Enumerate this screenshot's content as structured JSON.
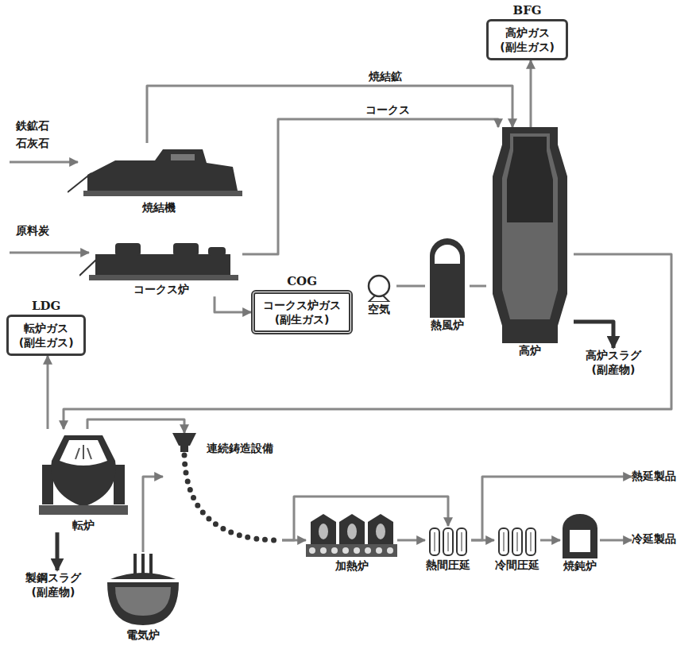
{
  "diagram": {
    "nodes": [
      {
        "text": [
          "BFG",
          "高炉ガス (副生ガス)"
        ]
      },
      {
        "text": [
          "焼結機"
        ]
      },
      {
        "text": [
          "コークス炉"
        ]
      },
      {
        "text": [
          "COG",
          "コークス炉ガス (副生ガス)"
        ]
      },
      {
        "text": [
          "LDG",
          "転炉ガス (副生ガス)"
        ]
      },
      {
        "text": [
          "空気"
        ]
      },
      {
        "text": [
          "熱風炉"
        ]
      },
      {
        "text": [
          "高炉"
        ]
      },
      {
        "text": [
          "高炉スラグ (副産物)"
        ]
      },
      {
        "text": [
          "転炉"
        ]
      },
      {
        "text": [
          "製鋼スラグ (副産物)"
        ]
      },
      {
        "text": [
          "電気炉"
        ]
      },
      {
        "text": [
          "連続鋳造設備"
        ]
      },
      {
        "text": [
          "加熱炉"
        ]
      },
      {
        "text": [
          "熱間圧延"
        ]
      },
      {
        "text": [
          "冷間圧延"
        ]
      },
      {
        "text": [
          "焼鈍炉"
        ]
      },
      {
        "text": [
          "熱延製品"
        ]
      },
      {
        "text": [
          "冷延製品"
        ]
      }
    ],
    "edges": [
      {
        "from": 1,
        "to": 7,
        "arrow": "to",
        "label": "焼結鉱"
      },
      {
        "from": 2,
        "to": 7,
        "arrow": "to",
        "label": "コークス"
      },
      {
        "from": 2,
        "to": 3,
        "arrow": "to"
      },
      {
        "from": 7,
        "to": 0,
        "arrow": "to"
      },
      {
        "from": 5,
        "to": 6,
        "arrow": "none"
      },
      {
        "from": 6,
        "to": 7,
        "arrow": "none"
      },
      {
        "from": 7,
        "to": 8,
        "arrow": "to"
      },
      {
        "from": 7,
        "to": 9,
        "arrow": "to"
      },
      {
        "from": 9,
        "to": 4,
        "arrow": "to"
      },
      {
        "from": 9,
        "to": 10,
        "arrow": "to"
      },
      {
        "from": 9,
        "to": 12,
        "arrow": "to"
      },
      {
        "from": 11,
        "to": 12,
        "arrow": "to"
      },
      {
        "from": 12,
        "to": 13,
        "arrow": "to"
      },
      {
        "from": 12,
        "to": 14,
        "arrow": "to"
      },
      {
        "from": 13,
        "to": 14,
        "arrow": "to"
      },
      {
        "from": 14,
        "to": 15,
        "arrow": "to"
      },
      {
        "from": 14,
        "to": 17,
        "arrow": "to"
      },
      {
        "from": 15,
        "to": 16,
        "arrow": "to"
      },
      {
        "from": 16,
        "to": 18,
        "arrow": "to"
      }
    ],
    "labels": [
      "鉄鉱石",
      "石灰石",
      "原料炭"
    ]
  }
}
